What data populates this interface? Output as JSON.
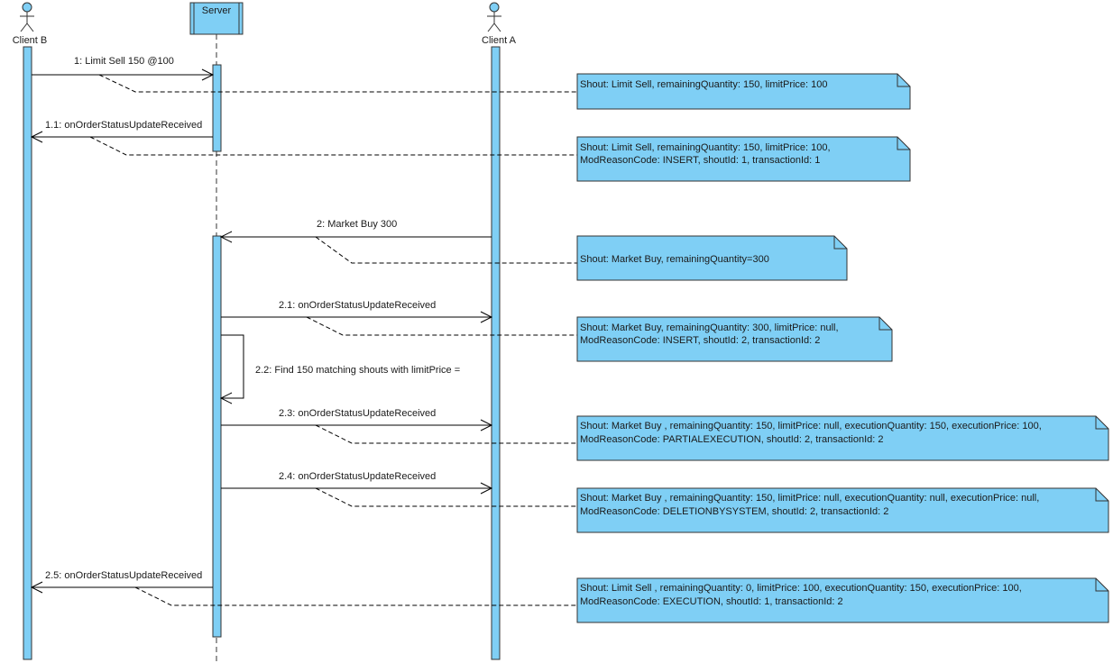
{
  "colors": {
    "fill": "#7fcff5",
    "stroke": "#333333",
    "line": "#000000"
  },
  "participants": [
    {
      "id": "clientB",
      "name": "Client B",
      "kind": "actor"
    },
    {
      "id": "server",
      "name": "Server",
      "kind": "box"
    },
    {
      "id": "clientA",
      "name": "Client A",
      "kind": "actor"
    }
  ],
  "messages": [
    {
      "label": "1: Limit Sell 150 @100"
    },
    {
      "label": "1.1: onOrderStatusUpdateReceived"
    },
    {
      "label": "2: Market Buy 300"
    },
    {
      "label": "2.1: onOrderStatusUpdateReceived"
    },
    {
      "label": "2.2: Find 150 matching shouts with limitPrice ="
    },
    {
      "label": "2.3: onOrderStatusUpdateReceived"
    },
    {
      "label": "2.4: onOrderStatusUpdateReceived"
    },
    {
      "label": "2.5: onOrderStatusUpdateReceived"
    }
  ],
  "notes": [
    {
      "lines": [
        "Shout: Limit Sell, remainingQuantity: 150, limitPrice: 100"
      ]
    },
    {
      "lines": [
        "Shout: Limit Sell, remainingQuantity: 150, limitPrice: 100,",
        "ModReasonCode: INSERT, shoutId: 1, transactionId: 1"
      ]
    },
    {
      "lines": [
        "Shout: Market Buy, remainingQuantity=300"
      ]
    },
    {
      "lines": [
        "Shout: Market Buy, remainingQuantity: 300, limitPrice: null,",
        "ModReasonCode: INSERT, shoutId: 2, transactionId: 2"
      ]
    },
    {
      "lines": [
        "Shout: Market Buy , remainingQuantity: 150, limitPrice: null, executionQuantity: 150, executionPrice: 100,",
        "ModReasonCode: PARTIALEXECUTION, shoutId: 2, transactionId: 2"
      ]
    },
    {
      "lines": [
        "Shout: Market Buy , remainingQuantity: 150, limitPrice: null, executionQuantity: null, executionPrice: null,",
        "ModReasonCode: DELETIONBYSYSTEM, shoutId: 2, transactionId: 2"
      ]
    },
    {
      "lines": [
        "Shout: Limit Sell , remainingQuantity: 0, limitPrice: 100, executionQuantity: 150, executionPrice: 100,",
        "ModReasonCode: EXECUTION, shoutId: 1, transactionId: 2"
      ]
    }
  ]
}
